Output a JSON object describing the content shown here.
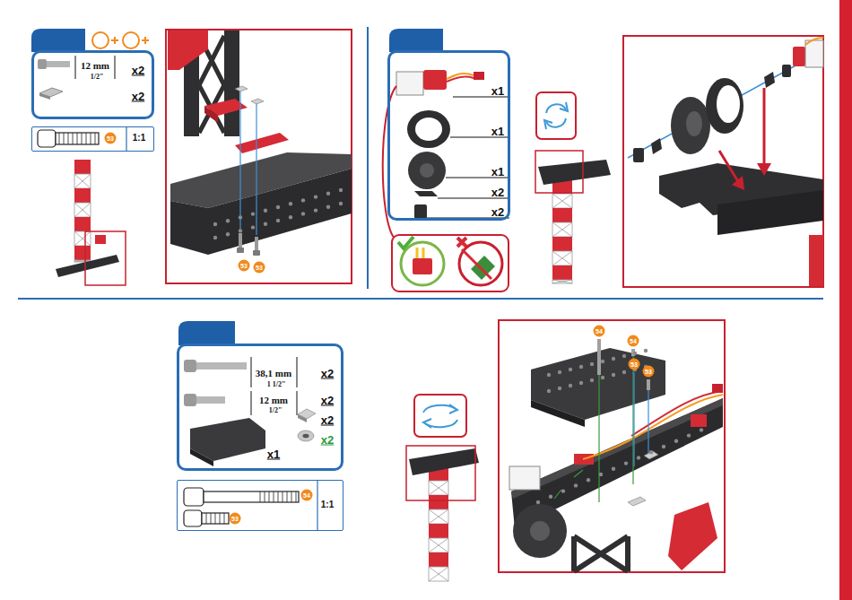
{
  "diagram": {
    "nodes": [
      {
        "text": [
          "12 mm",
          "1/2\"",
          "x2",
          "x2"
        ]
      },
      {
        "text": [
          "53",
          "1:1"
        ]
      },
      {
        "text": [
          "x1",
          "x1",
          "x1",
          "x2",
          "x2"
        ]
      },
      {
        "text": [
          "38,1 mm",
          "1 1/2\"",
          "x2",
          "12 mm",
          "1/2\"",
          "x2",
          "x2",
          "x2",
          "x1"
        ]
      },
      {
        "text": [
          "54",
          "53",
          "1:1"
        ]
      }
    ],
    "labels": [
      "53",
      "53",
      "54",
      "54",
      "53",
      "53"
    ]
  }
}
